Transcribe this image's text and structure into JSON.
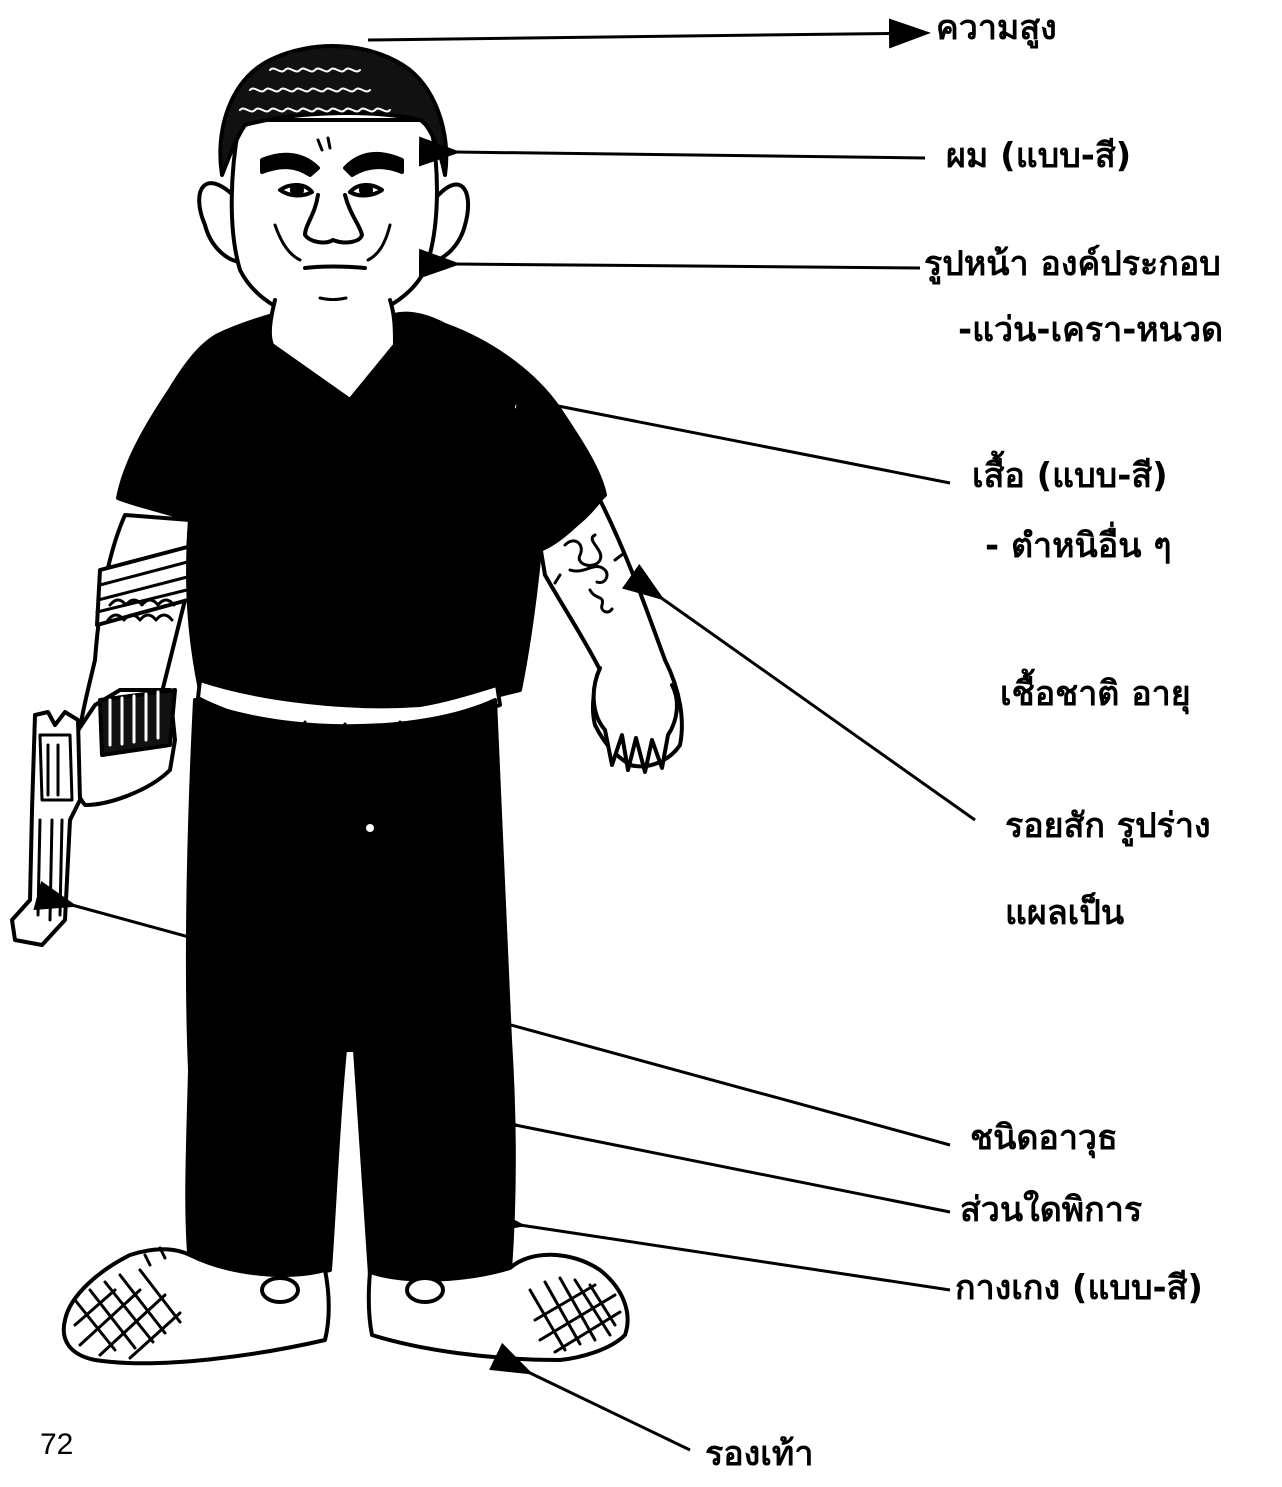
{
  "labels": {
    "height": "ความสูง",
    "hair": "ผม (แบบ-สี)",
    "face_line1": "รูปหน้า องค์ประกอบ",
    "face_line2": "-แว่น-เครา-หนวด",
    "shirt_line1": "เสื้อ (แบบ-สี)",
    "shirt_line2": "- ตำหนิอื่น ๆ",
    "ethnicity_age": "เชื้อชาติ อายุ",
    "tattoo_line1": "รอยสัก รูปร่าง",
    "tattoo_line2": "แผลเป็น",
    "weapon": "ชนิดอาวุธ",
    "disability": "ส่วนใดพิการ",
    "trousers": "กางเกง (แบบ-สี)",
    "shoes": "รองเท้า"
  },
  "page_number": "72"
}
